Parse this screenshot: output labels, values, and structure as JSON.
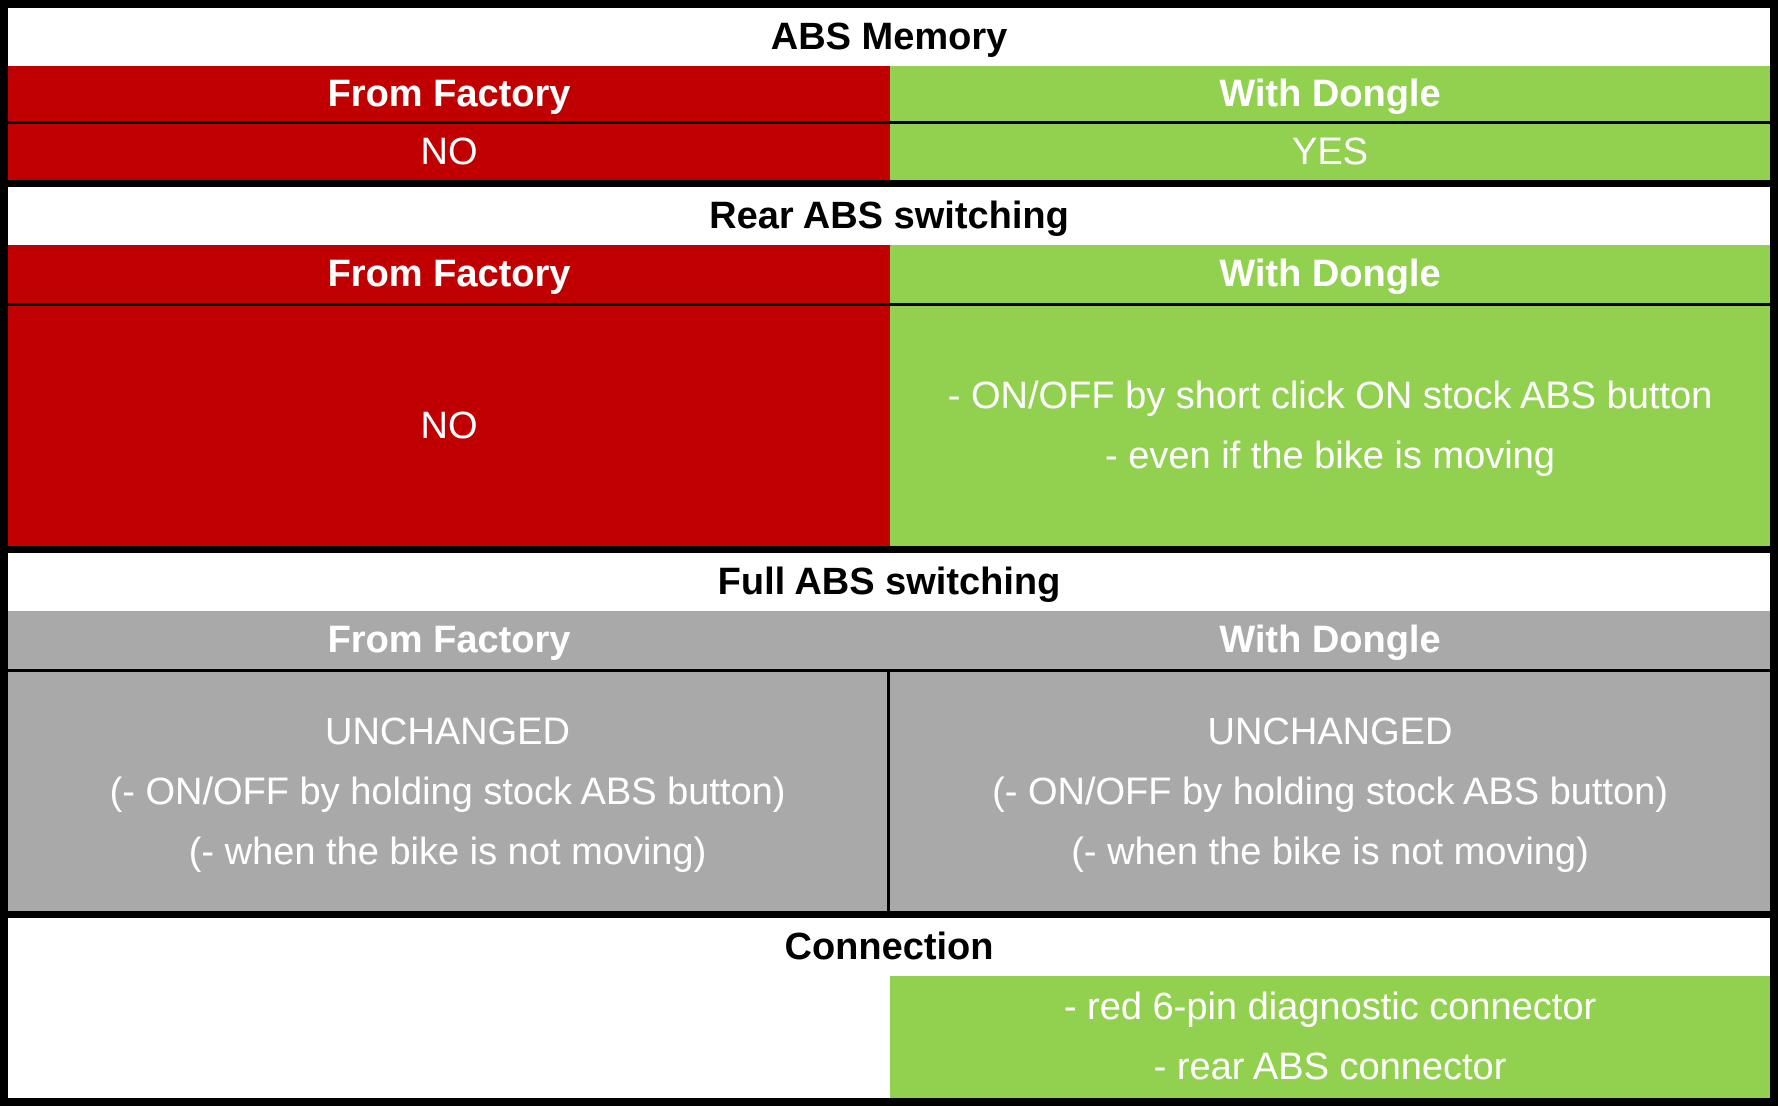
{
  "colors": {
    "factory_no": "#c00000",
    "dongle_yes": "#92d050",
    "unchanged": "#a9a9a9",
    "border": "#000000"
  },
  "sections": {
    "abs_memory": {
      "title": "ABS Memory",
      "col_left": "From Factory",
      "col_right": "With Dongle",
      "left_value": "NO",
      "right_value": "YES"
    },
    "rear_abs": {
      "title": "Rear ABS switching",
      "col_left": "From Factory",
      "col_right": "With Dongle",
      "left_value": "NO",
      "right_lines": [
        "- ON/OFF by short click ON stock ABS button",
        "- even if the bike is moving"
      ]
    },
    "full_abs": {
      "title": "Full ABS switching",
      "col_left": "From Factory",
      "col_right": "With Dongle",
      "left_lines": [
        "UNCHANGED",
        "(- ON/OFF by holding stock ABS button)",
        "(- when the bike is not moving)"
      ],
      "right_lines": [
        "UNCHANGED",
        "(- ON/OFF by holding stock ABS button)",
        "(- when the bike is not moving)"
      ]
    },
    "connection": {
      "title": "Connection",
      "right_lines": [
        "- red 6-pin diagnostic connector",
        "- rear ABS connector"
      ]
    }
  }
}
